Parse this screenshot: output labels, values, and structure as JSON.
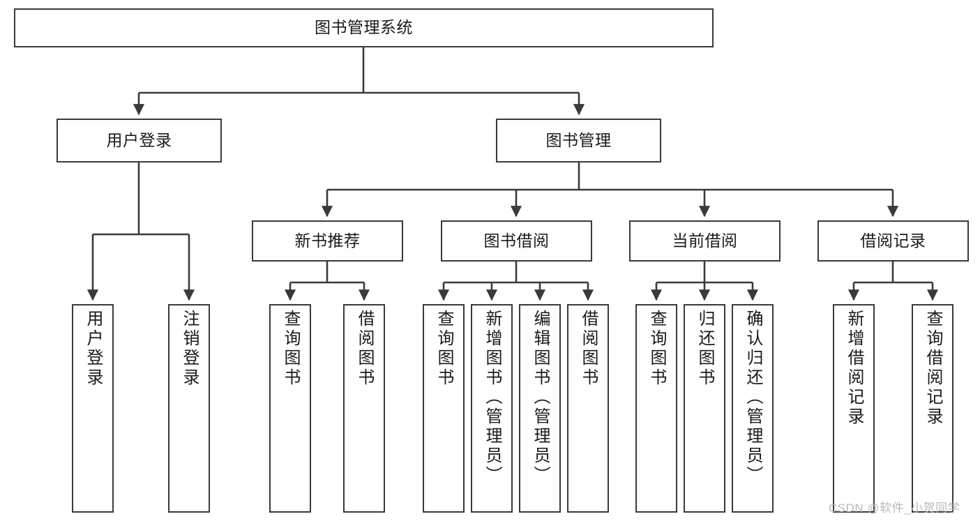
{
  "diagram": {
    "title": "图书管理系统",
    "type": "tree",
    "watermark": "CSDN @软件_小贺同学",
    "colors": {
      "box_border": "#3a3a3a",
      "box_fill": "#ffffff",
      "connector": "#3a3a3a",
      "text": "#1a1a1a",
      "watermark": "#b9b9b9"
    },
    "nodes": {
      "root": {
        "label": "图书管理系统"
      },
      "level2": [
        {
          "label": "用户登录"
        },
        {
          "label": "图书管理"
        }
      ],
      "level3": [
        {
          "label": "新书推荐"
        },
        {
          "label": "图书借阅"
        },
        {
          "label": "当前借阅"
        },
        {
          "label": "借阅记录"
        }
      ],
      "leaves": {
        "user_login": [
          {
            "label": "用户登录"
          },
          {
            "label": "注销登录"
          }
        ],
        "new_book_recommend": [
          {
            "label": "查询图书"
          },
          {
            "label": "借阅图书"
          }
        ],
        "book_borrow": [
          {
            "label": "查询图书"
          },
          {
            "label": "新增图书（管理员）"
          },
          {
            "label": "编辑图书（管理员）"
          },
          {
            "label": "借阅图书"
          }
        ],
        "current_borrow": [
          {
            "label": "查询图书"
          },
          {
            "label": "归还图书"
          },
          {
            "label": "确认归还（管理员）"
          }
        ],
        "borrow_record": [
          {
            "label": "新增借阅记录"
          },
          {
            "label": "查询借阅记录"
          }
        ]
      }
    }
  }
}
